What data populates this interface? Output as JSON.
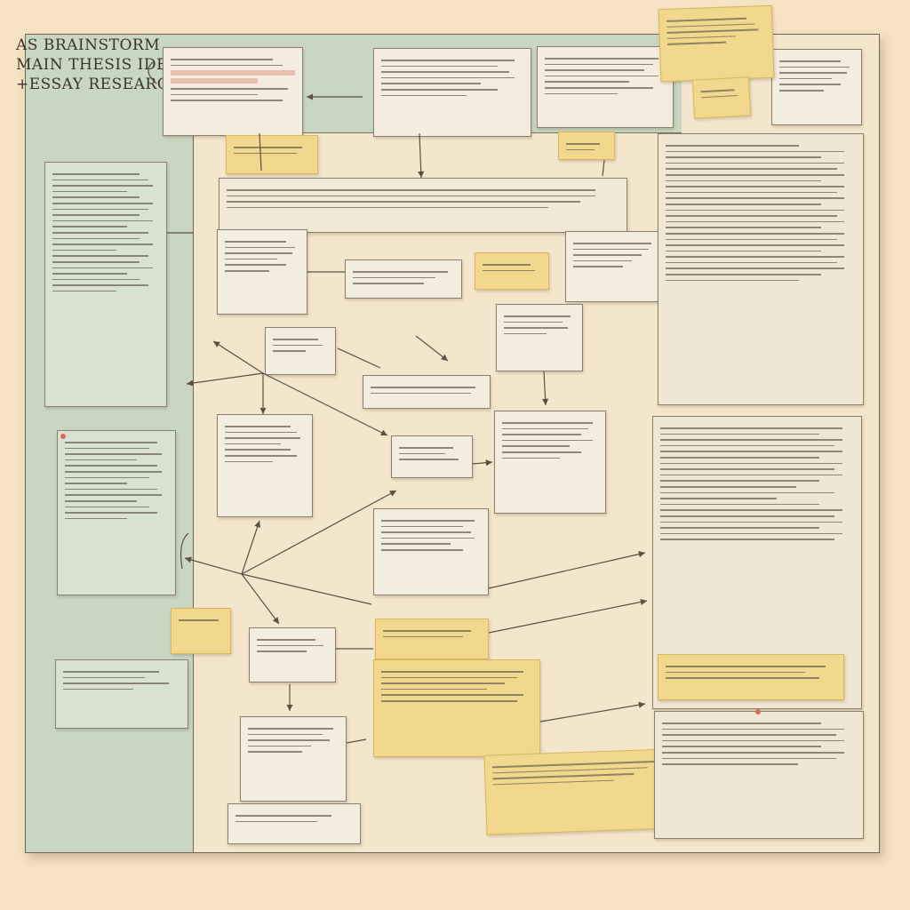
{
  "board": {
    "title_lines": [
      "AS BRAINSTORM",
      "MAIN THESIS IDEAS",
      "+ESSAY RESEARCH"
    ]
  },
  "colors": {
    "background": "#f6e3c3",
    "board": "#f4e6cc",
    "left_panel": "#c9d7c1",
    "sticky_note": "#f1d88c",
    "highlight": "#e8b3a2",
    "ink": "#5a5044"
  },
  "icons": [
    "pushpin-icon",
    "arrow-icon"
  ]
}
